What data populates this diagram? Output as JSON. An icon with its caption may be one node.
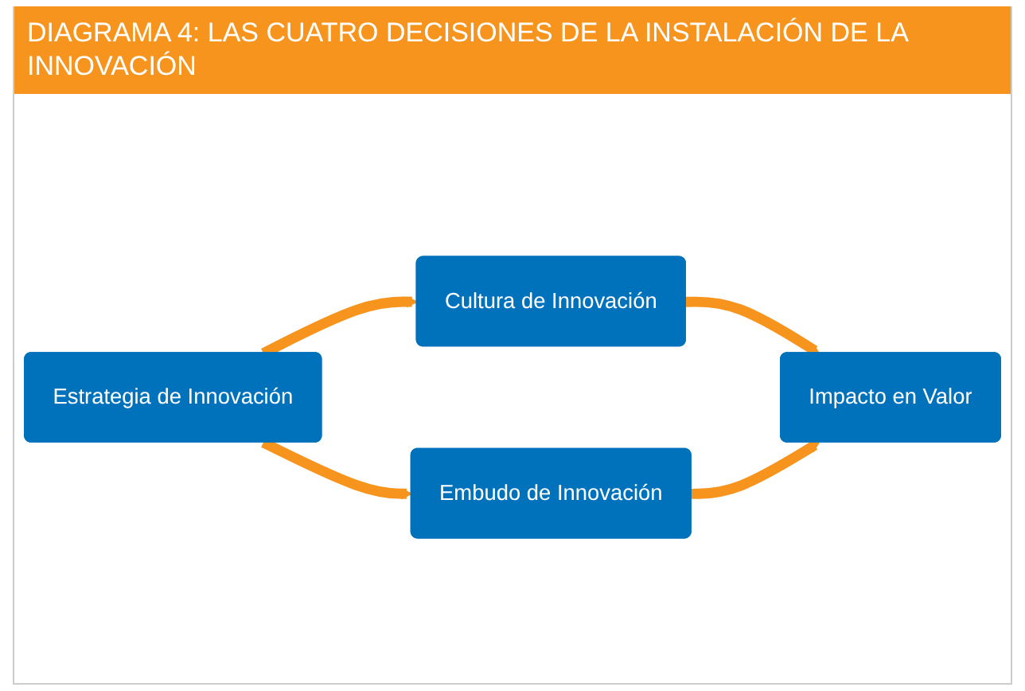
{
  "diagram": {
    "title": "DIAGRAMA 4: LAS CUATRO DECISIONES DE LA INSTALACIÓN DE LA INNOVACIÓN",
    "nodes": [
      {
        "text": [
          "Estrategia de Innovación"
        ]
      },
      {
        "text": [
          "Cultura de Innovación"
        ]
      },
      {
        "text": [
          "Embudo de Innovación"
        ]
      },
      {
        "text": [
          "Impacto en Valor"
        ]
      }
    ],
    "edges": [
      {
        "from": 0,
        "to": 1,
        "arrow": "to"
      },
      {
        "from": 0,
        "to": 2,
        "arrow": "to"
      },
      {
        "from": 1,
        "to": 3,
        "arrow": "to"
      },
      {
        "from": 2,
        "to": 3,
        "arrow": "to"
      }
    ]
  }
}
